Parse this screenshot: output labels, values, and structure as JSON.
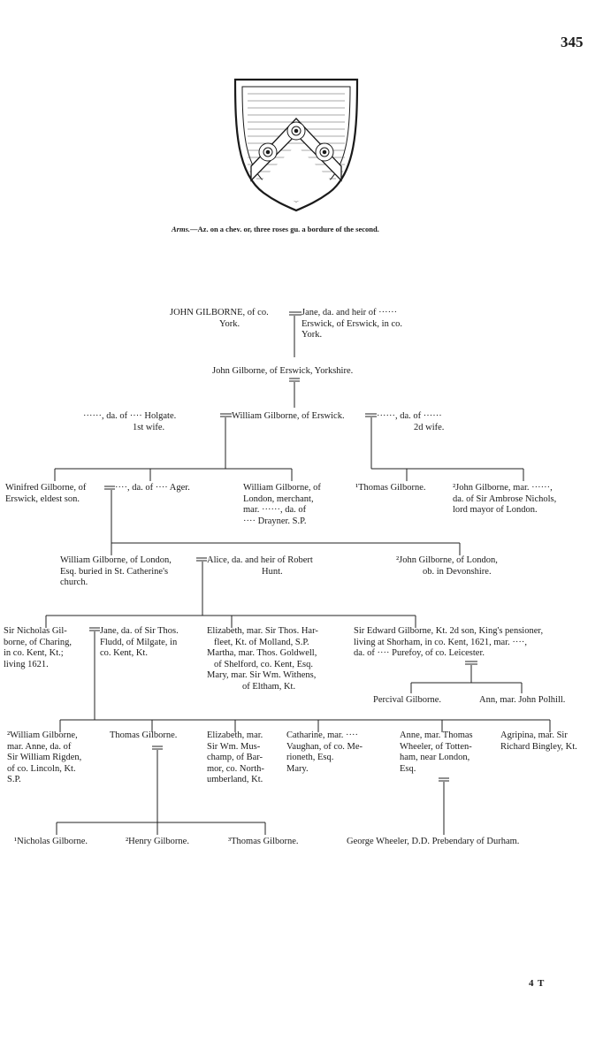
{
  "page_number": "345",
  "signature": "4 T",
  "arms": {
    "prefix": "Arms.",
    "text": "—Az. on a chev. or, three roses gu. a bordure of the second."
  },
  "people": {
    "john_sr": [
      "JOHN GILBORNE, of co.",
      "York."
    ],
    "jane_erswick": [
      "Jane, da. and heir of ······",
      "Erswick, of Erswick, in co.",
      "York."
    ],
    "john_jr": [
      "John Gilborne, of Erswick, Yorkshire."
    ],
    "holgate": [
      "······, da. of ···· Holgate.",
      "1st wife."
    ],
    "william_erswick": [
      "William Gilborne, of Erswick."
    ],
    "second_wife": [
      "······, da. of ······",
      "2d wife."
    ],
    "winifred": [
      "Winifred Gilborne, of",
      "Erswick, eldest son."
    ],
    "ager": [
      "····, da. of ···· Ager."
    ],
    "william_merchant": [
      "William Gilborne, of",
      "London, merchant,",
      "mar. ······, da. of",
      "···· Drayner. S.P."
    ],
    "thomas_1": [
      "¹Thomas Gilborne."
    ],
    "john_2": [
      "²John Gilborne, mar. ······,",
      "da. of Sir Ambrose Nichols,",
      "lord mayor of London."
    ],
    "william_london": [
      "William Gilborne, of London,",
      "Esq. buried in St. Catherine's",
      "church."
    ],
    "alice": [
      "Alice, da. and heir of Robert",
      "Hunt."
    ],
    "john_london": [
      "²John Gilborne, of London,",
      "ob. in Devonshire."
    ],
    "sir_nicholas": [
      "Sir Nicholas Gil-",
      "borne, of Charing,",
      "in co. Kent, Kt.;",
      "living 1621."
    ],
    "jane_fludd": [
      "Jane, da. of Sir Thos.",
      "Fludd, of Milgate, in",
      "co. Kent, Kt."
    ],
    "elizabeth_martha": [
      "Elizabeth, mar. Sir Thos. Har-",
      "fleet, Kt. of Molland, S.P.",
      "Martha, mar. Thos. Goldwell,",
      "of Shelford, co. Kent, Esq.",
      "Mary, mar. Sir Wm. Withens,",
      "of Eltham, Kt."
    ],
    "sir_edward": [
      "Sir Edward Gilborne, Kt. 2d son, King's pensioner,",
      "living at Shorham, in co. Kent, 1621, mar. ····,",
      "da. of ···· Purefoy, of co. Leicester."
    ],
    "percival": [
      "Percival Gilborne."
    ],
    "ann": [
      "Ann, mar. John Polhill."
    ],
    "william_rigden": [
      "²William Gilborne,",
      "mar. Anne, da. of",
      "Sir William Rigden,",
      "of co. Lincoln, Kt.",
      "S.P."
    ],
    "thomas_g": [
      "Thomas Gilborne."
    ],
    "elizabeth_muschamp": [
      "Elizabeth, mar.",
      "Sir Wm. Mus-",
      "champ, of Bar-",
      "mor, co. North-",
      "umberland, Kt."
    ],
    "catharine": [
      "Catharine, mar. ····",
      "Vaughan, of co. Me-",
      "rioneth, Esq.",
      "Mary."
    ],
    "anne_wheeler": [
      "Anne, mar. Thomas",
      "Wheeler, of Totten-",
      "ham, near London,",
      "Esq."
    ],
    "agripina": [
      "Agripina, mar. Sir",
      "Richard Bingley, Kt."
    ],
    "nicholas_1": [
      "¹Nicholas Gilborne."
    ],
    "henry_2": [
      "²Henry Gilborne."
    ],
    "thomas_3": [
      "³Thomas Gilborne."
    ],
    "george_wheeler": [
      "George Wheeler, D.D. Prebendary of Durham."
    ]
  }
}
